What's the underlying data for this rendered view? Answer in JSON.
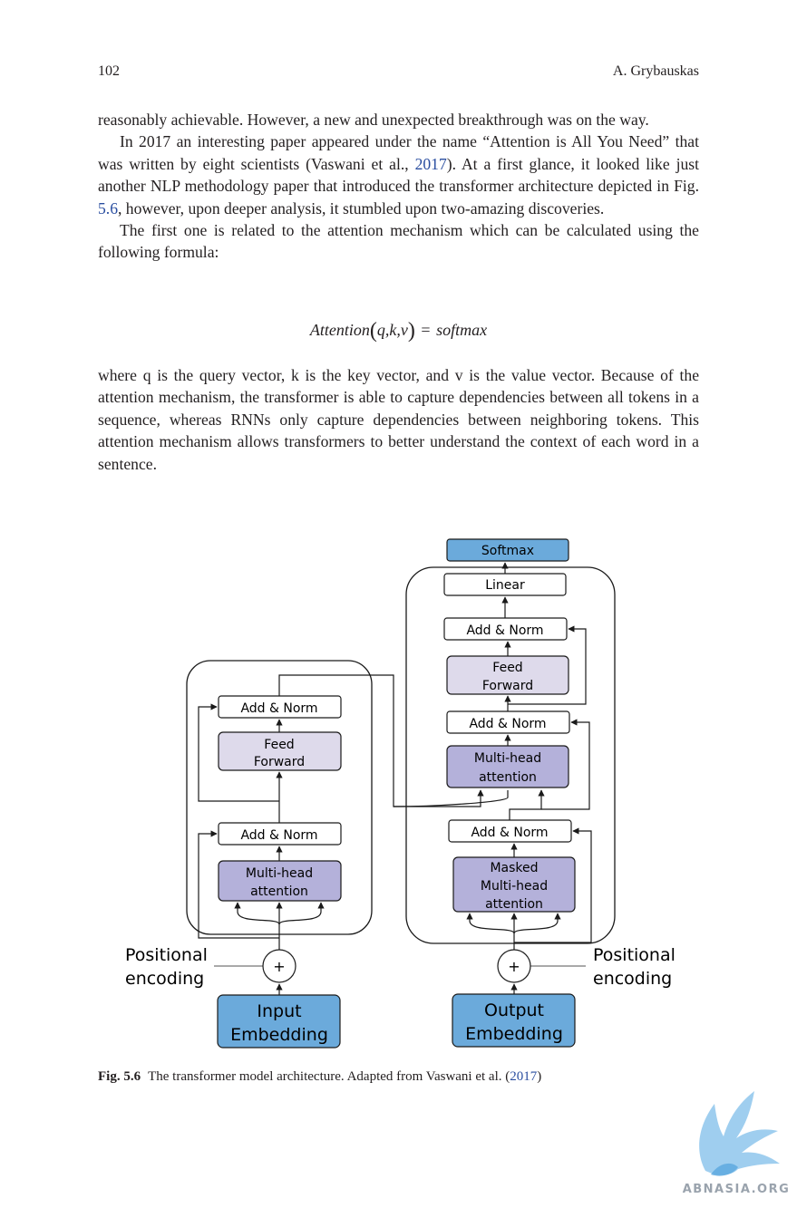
{
  "header": {
    "page_number": "102",
    "author": "A. Grybauskas"
  },
  "paragraphs": {
    "p1": "reasonably achievable. However, a new and unexpected breakthrough was on the way.",
    "p2_a": "In 2017 an interesting paper appeared under the name “Attention is All You Need” that was written by eight scientists (Vaswani et al., ",
    "p2_cite": "2017",
    "p2_b": "). At a first glance, it looked like just another NLP methodology paper that introduced the transformer architecture depicted in Fig. ",
    "p2_fig": "5.6",
    "p2_c": ", however, upon deeper analysis, it stumbled upon two-amazing discoveries.",
    "p3": "The first one is related to the attention mechanism which can be calculated using the following formula:",
    "p4": "where q is the query vector, k is the key vector, and v is the value vector. Because of the attention mechanism, the transformer is able to capture dependencies between all tokens in a sequence, whereas RNNs only capture dependencies between neigh­boring tokens. This attention mechanism allows transformers to better understand the context of each word in a sentence."
  },
  "formula": {
    "func": "Attention",
    "lparen": "(",
    "args": "q,k,v",
    "rparen": ")",
    "equals": "=",
    "rhs": "softmax"
  },
  "diagram": {
    "softmax": "Softmax",
    "linear": "Linear",
    "add_norm": "Add & Norm",
    "feed": "Feed",
    "forward": "Forward",
    "multi_head": "Multi-head",
    "attention": "attention",
    "masked": "Masked",
    "plus": "+",
    "positional": "Positional",
    "encoding": "encoding",
    "input": "Input",
    "output": "Output",
    "embedding": "Embedding"
  },
  "caption": {
    "label": "Fig. 5.6",
    "text_a": "The transformer model architecture. Adapted from Vaswani et al. (",
    "cite": "2017",
    "text_b": ")"
  },
  "watermark": "ABNASIA.ORG",
  "colors": {
    "light_blue": "#6baadb",
    "lavender": "#b4b1da",
    "light_lavender": "#dedaeb",
    "link": "#2a4ea0"
  }
}
